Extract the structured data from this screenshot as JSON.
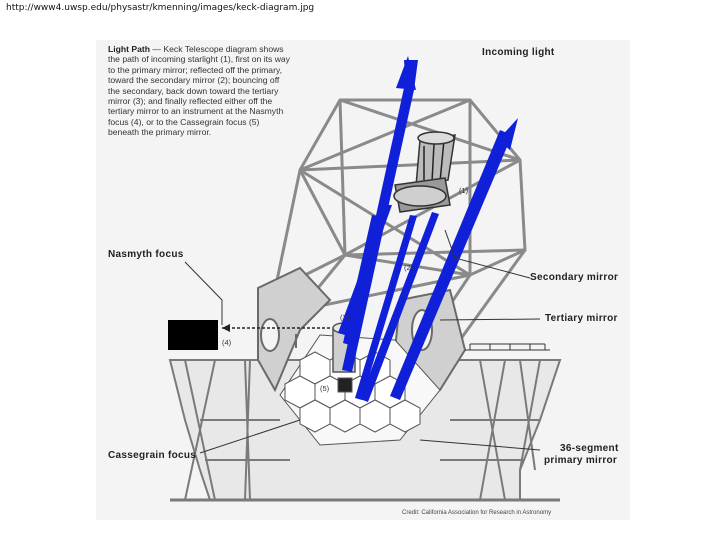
{
  "url": "http://www4.uwsp.edu/physastr/kmenning/images/keck-diagram.jpg",
  "caption": {
    "title": "Light Path",
    "text": " — Keck Telescope diagram shows the path of incoming starlight (1), first on its way to the primary mirror; reflected off the primary, toward the secondary mirror (2); bouncing off the secondary, back down toward the tertiary mirror (3); and finally reflected either off the tertiary mirror to an instrument at the Nasmyth focus (4), or to the Cassegrain focus (5) beneath the primary mirror."
  },
  "labels": {
    "incoming_light": "Incoming light",
    "nasmyth_focus": "Nasmyth focus",
    "secondary_mirror": "Secondary mirror",
    "tertiary_mirror": "Tertiary mirror",
    "cassegrain_focus": "Cassegrain focus",
    "primary_mirror_line1": "36-segment",
    "primary_mirror_line2": "primary mirror"
  },
  "markers": {
    "m1": "(1)",
    "m2": "(2)",
    "m3": "(3)",
    "m4": "(4)",
    "m5": "(5)"
  },
  "credit": "Credit: California Association for Research in Astronomy",
  "colors": {
    "beam": "#1020d8",
    "structure": "#8a8a8a",
    "background": "#f4f4f4"
  }
}
